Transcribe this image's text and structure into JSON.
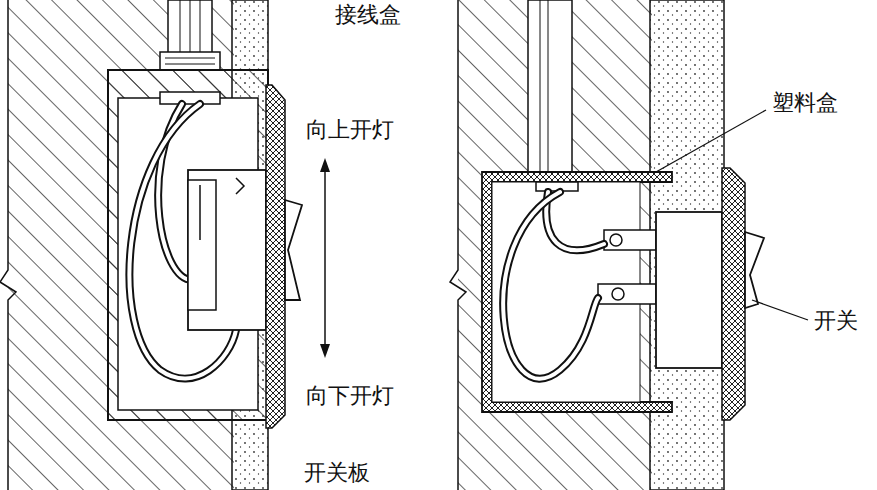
{
  "diagram": {
    "labels": [
      "接线盒",
      "向上开灯",
      "向下开灯",
      "开关板",
      "塑料盒",
      "开关"
    ]
  }
}
